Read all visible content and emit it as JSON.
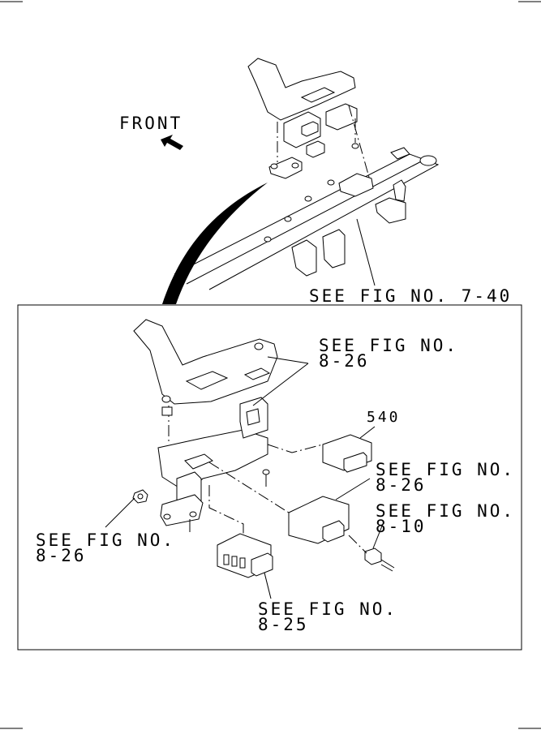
{
  "labels": {
    "front": "FRONT",
    "ref_top": "SEE FIG NO. 7-40",
    "ref_upper_right_l1": "SEE FIG NO.",
    "ref_upper_right_l2": "8-26",
    "part_540": "540",
    "ref_mid_right_l1": "SEE FIG NO.",
    "ref_mid_right_l2": "8-26",
    "ref_right_l1": "SEE FIG NO.",
    "ref_right_l2": "8-10",
    "ref_left_l1": "SEE FIG NO.",
    "ref_left_l2": "8-26",
    "ref_bottom_l1": "SEE FIG NO.",
    "ref_bottom_l2": "8-25"
  }
}
